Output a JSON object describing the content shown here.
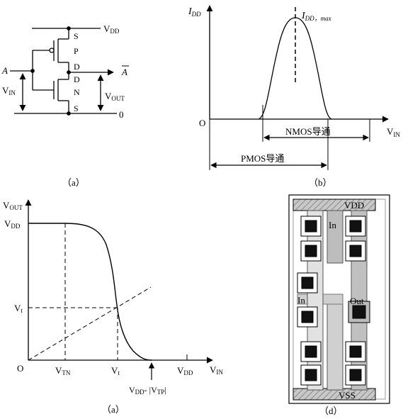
{
  "panel_a": {
    "caption": "（a）",
    "vdd": "V",
    "vdd_sub": "DD",
    "s_top": "S",
    "p": "P",
    "d_top": "D",
    "d_bot": "D",
    "n": "N",
    "s_bot": "S",
    "input": "A",
    "output": "A",
    "vin": "V",
    "vin_sub": "IN",
    "vout": "V",
    "vout_sub": "OUT",
    "ground": "0"
  },
  "panel_b": {
    "caption": "（b）",
    "ylabel": "I",
    "ylabel_sub": "DD",
    "peak": "I",
    "peak_sub": "DD，max",
    "origin": "O",
    "xlabel": "V",
    "xlabel_sub": "IN",
    "nmos": "NMOS导通",
    "pmos": "PMOS导通"
  },
  "panel_c": {
    "caption": "（a）",
    "ylabel": "V",
    "ylabel_sub": "OUT",
    "vdd": "V",
    "vdd_sub": "DD",
    "vt": "V",
    "vt_sub": "t",
    "origin": "O",
    "vtn": "V",
    "vtn_sub": "TN",
    "vt_x": "V",
    "vt_x_sub": "t",
    "vdd_x": "V",
    "vdd_x_sub": "DD",
    "vin": "V",
    "vin_sub": "IN",
    "marker": "V",
    "marker_sub": "DD",
    "marker_mid": "- |V",
    "marker_sub2": "TP",
    "marker_end": "|"
  },
  "panel_d": {
    "caption": "（d）",
    "vdd": "VDD",
    "vss": "VSS",
    "in_top": "In",
    "in_left": "In",
    "out": "Out"
  },
  "chart_data": [
    {
      "type": "line",
      "title": "",
      "xlabel": "V IN",
      "ylabel": "I DD",
      "series": [
        {
          "values_shape": "bell",
          "x": [
            0.27,
            0.34,
            0.4,
            0.46,
            0.53
          ],
          "y": [
            0,
            0.45,
            1.0,
            0.45,
            0
          ]
        }
      ],
      "annotations": [
        "I DD，max",
        "NMOS导通",
        "PMOS导通"
      ]
    },
    {
      "type": "line",
      "title": "",
      "xlabel": "V IN",
      "ylabel": "V OUT",
      "ticks_x": [
        "V TN",
        "V t",
        "V DD"
      ],
      "ticks_y": [
        "V DD",
        "V t"
      ],
      "series": [
        {
          "x": [
            0,
            0.22,
            0.45,
            0.55,
            0.62,
            0.7,
            0.74
          ],
          "y": [
            1,
            1,
            0.9,
            0.6,
            0.4,
            0.08,
            0
          ]
        }
      ]
    }
  ]
}
